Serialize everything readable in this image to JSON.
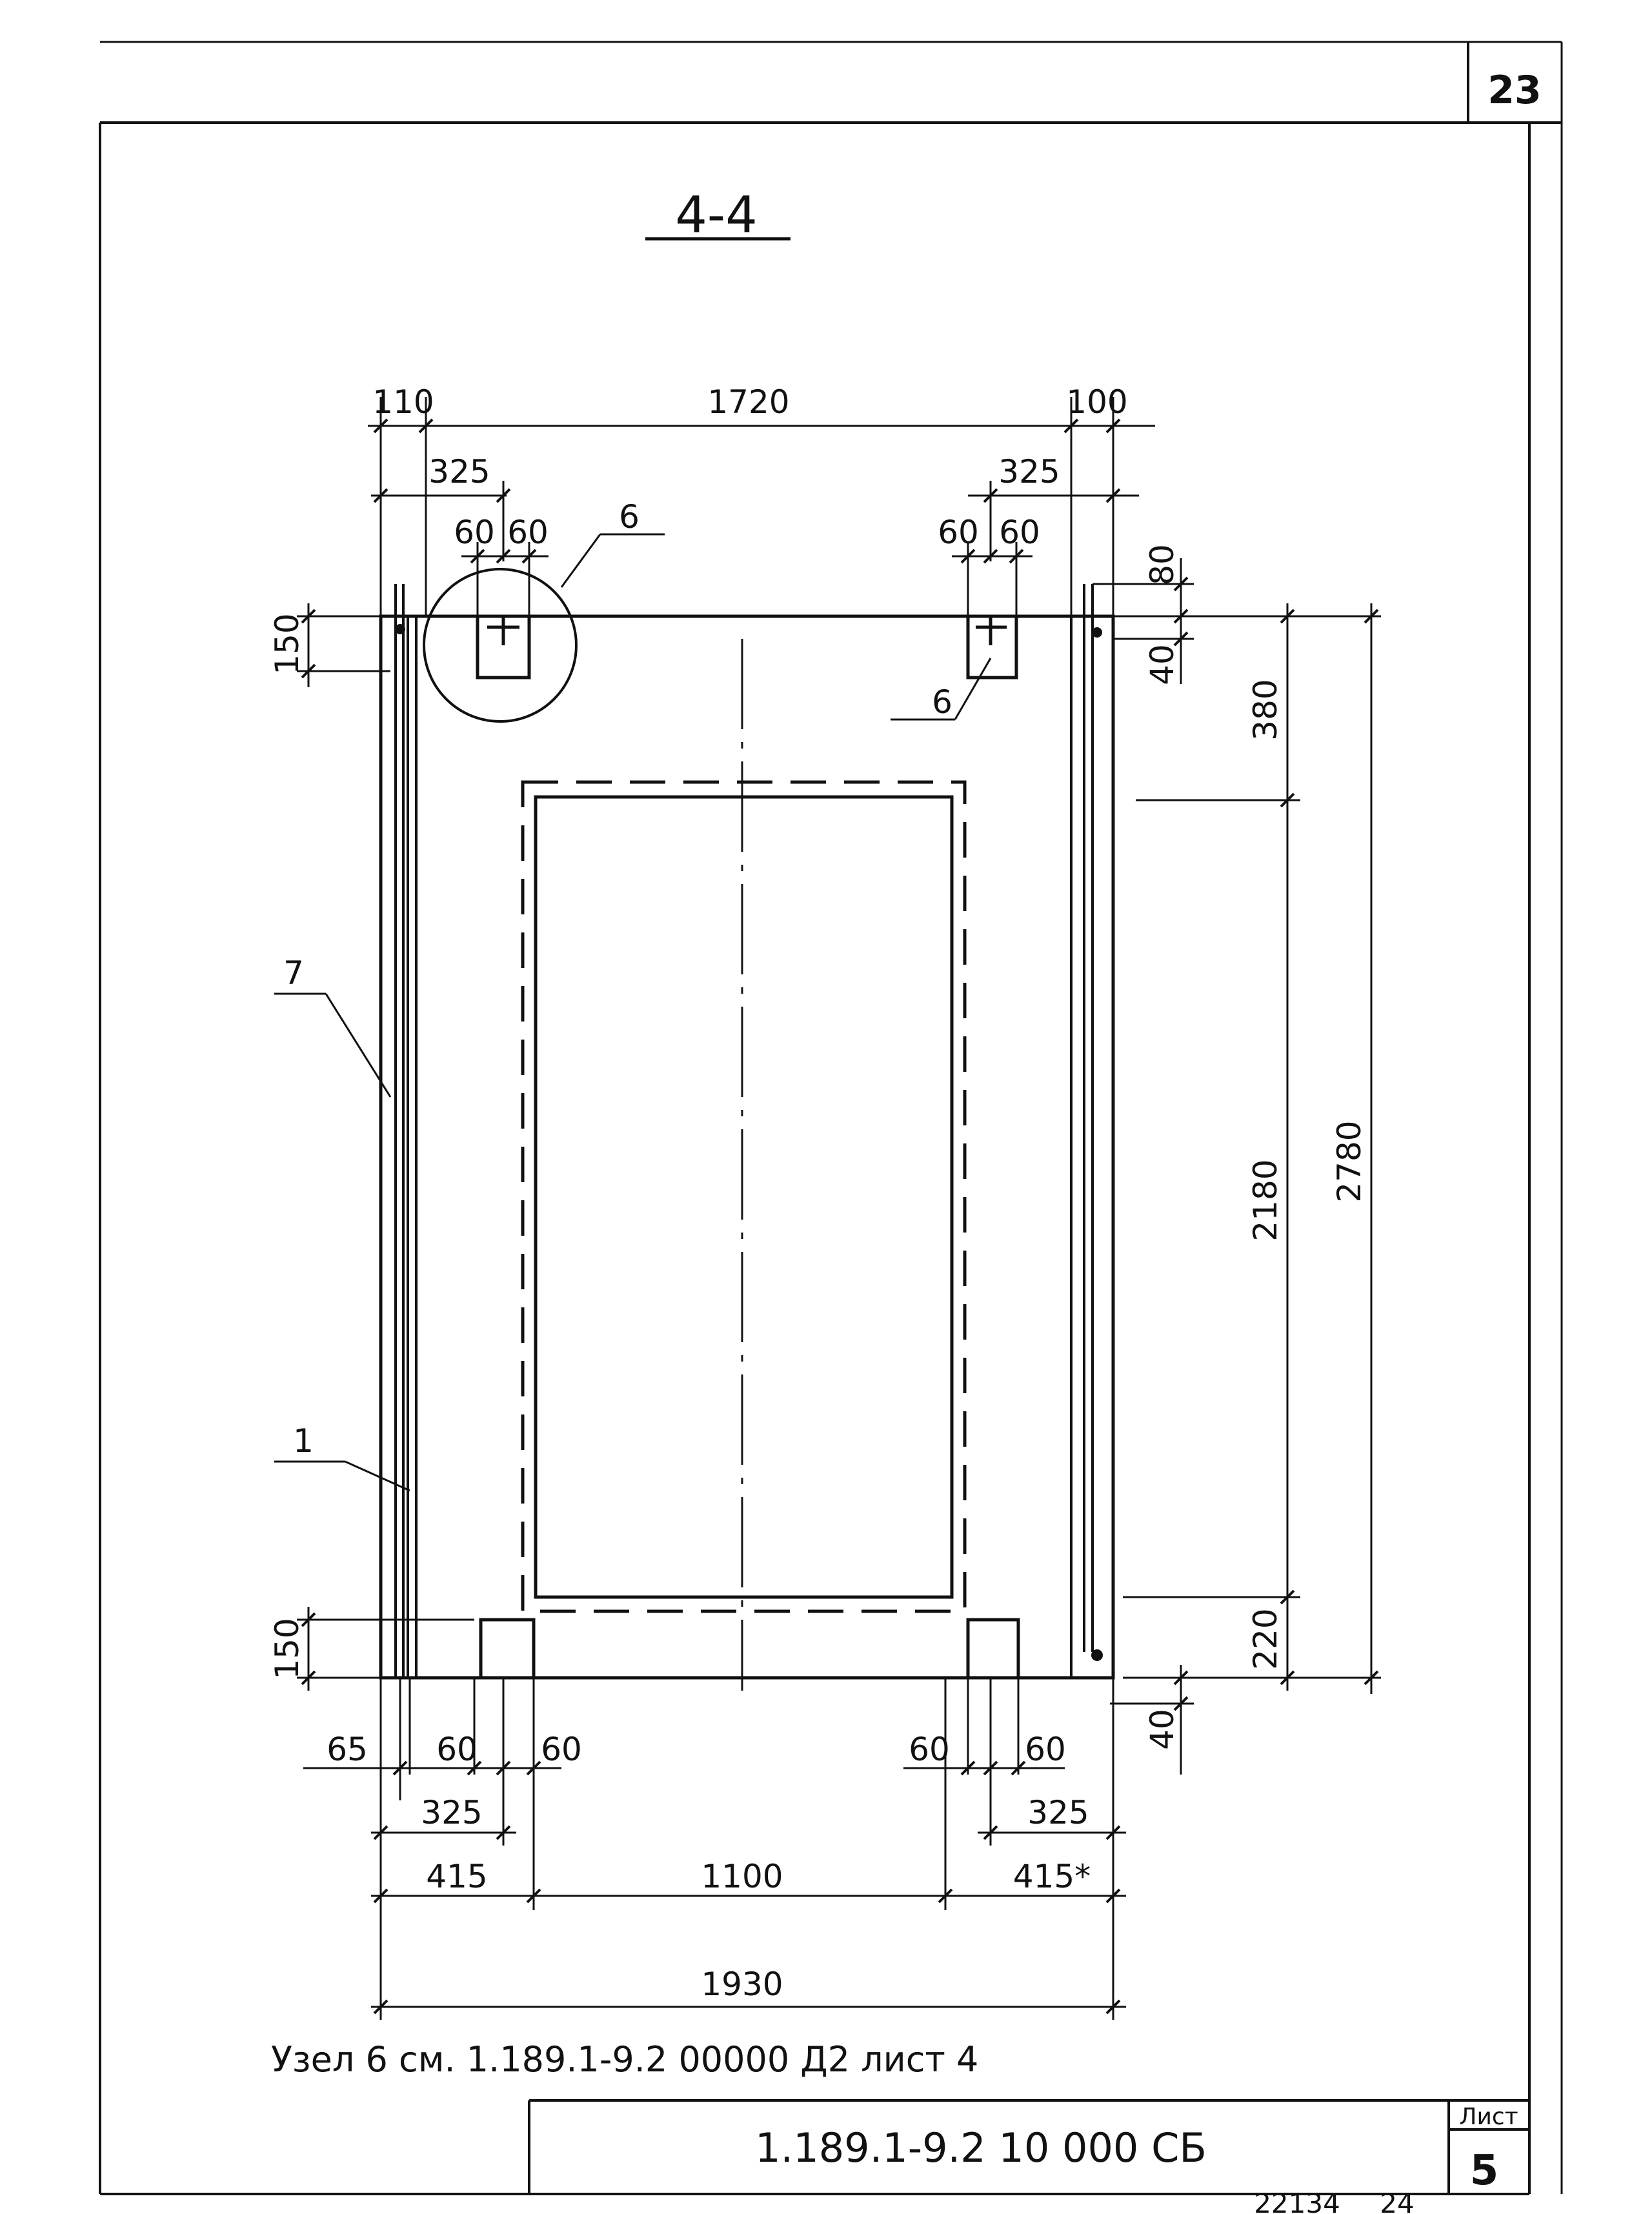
{
  "sheet": {
    "page_number": "23",
    "section_title": "4-4",
    "note": "Узел 6 см. 1.189.1-9.2 00000 Д2 лист 4",
    "stamp": {
      "code": "1.189.1-9.2 10 000 СБ",
      "list_label": "Лист",
      "list_number": "5"
    },
    "archive": {
      "number": "22134",
      "page": "24"
    }
  },
  "labels": {
    "callout_node6_top": "6",
    "callout_6_right": "6",
    "callout_7": "7",
    "callout_1": "1"
  },
  "dimensions": {
    "top_110": "110",
    "top_1720": "1720",
    "top_100": "100",
    "top_325_left": "325",
    "top_325_right": "325",
    "top_60_a": "60",
    "top_60_b": "60",
    "top_60_c": "60",
    "top_60_d": "60",
    "right_80": "80",
    "right_40_top": "40",
    "right_380": "380",
    "right_2180": "2180",
    "right_2780": "2780",
    "right_220": "220",
    "right_40_bottom": "40",
    "left_150_top": "150",
    "left_150_bottom": "150",
    "bot_65": "65",
    "bot_60_a": "60",
    "bot_60_b": "60",
    "bot_60_c": "60",
    "bot_60_d": "60",
    "bot_325_left": "325",
    "bot_325_right": "325",
    "bot_415_left": "415",
    "bot_1100": "1100",
    "bot_415_right": "415*",
    "bot_1930": "1930"
  }
}
